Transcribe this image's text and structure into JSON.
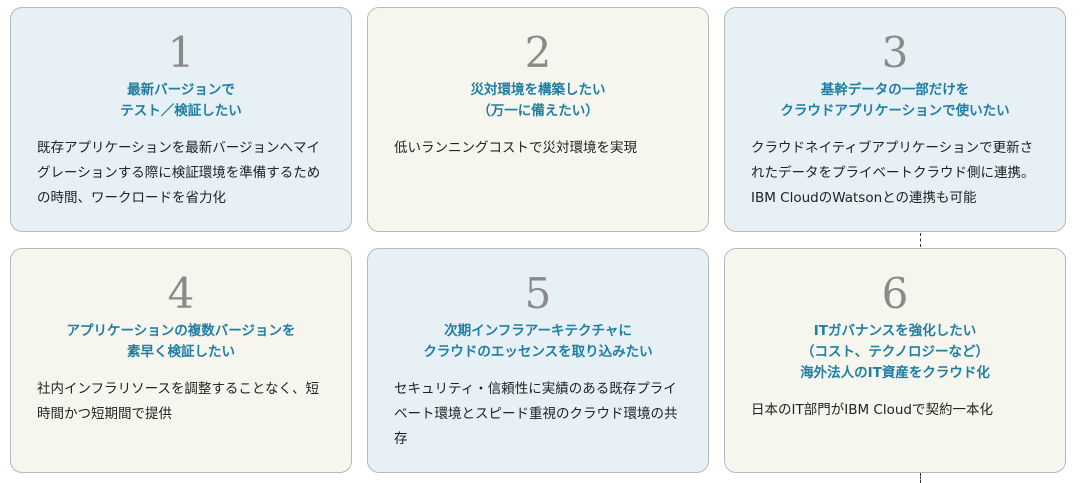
{
  "cards": [
    {
      "number": "1",
      "title": "最新バージョンで\nテスト／検証したい",
      "body": "既存アプリケーションを最新バージョンへマイグレーションする際に検証環境を準備するための時間、ワークロードを省力化"
    },
    {
      "number": "2",
      "title": "災対環境を構築したい\n（万一に備えたい）",
      "body": "低いランニングコストで災対環境を実現"
    },
    {
      "number": "3",
      "title": "基幹データの一部だけを\nクラウドアプリケーションで使いたい",
      "body": "クラウドネイティブアプリケーションで更新されたデータをプライベートクラウド側に連携。IBM CloudのWatsonとの連携も可能"
    },
    {
      "number": "4",
      "title": "アプリケーションの複数バージョンを\n素早く検証したい",
      "body": "社内インフラリソースを調整することなく、短時間かつ短期間で提供"
    },
    {
      "number": "5",
      "title": "次期インフラアーキテクチャに\nクラウドのエッセンスを取り込みたい",
      "body": "セキュリティ・信頼性に実績のある既存プライベート環境とスピード重視のクラウド環境の共存"
    },
    {
      "number": "6",
      "title": "ITガバナンスを強化したい\n（コスト、テクノロジーなど）\n海外法人のIT資産をクラウド化",
      "body": "日本のIT部門がIBM Cloudで契約一本化"
    }
  ],
  "colors": {
    "title": "#1f7ea3",
    "blue_bg": "#e6f0f5",
    "cream_bg": "#f7f6ee"
  }
}
